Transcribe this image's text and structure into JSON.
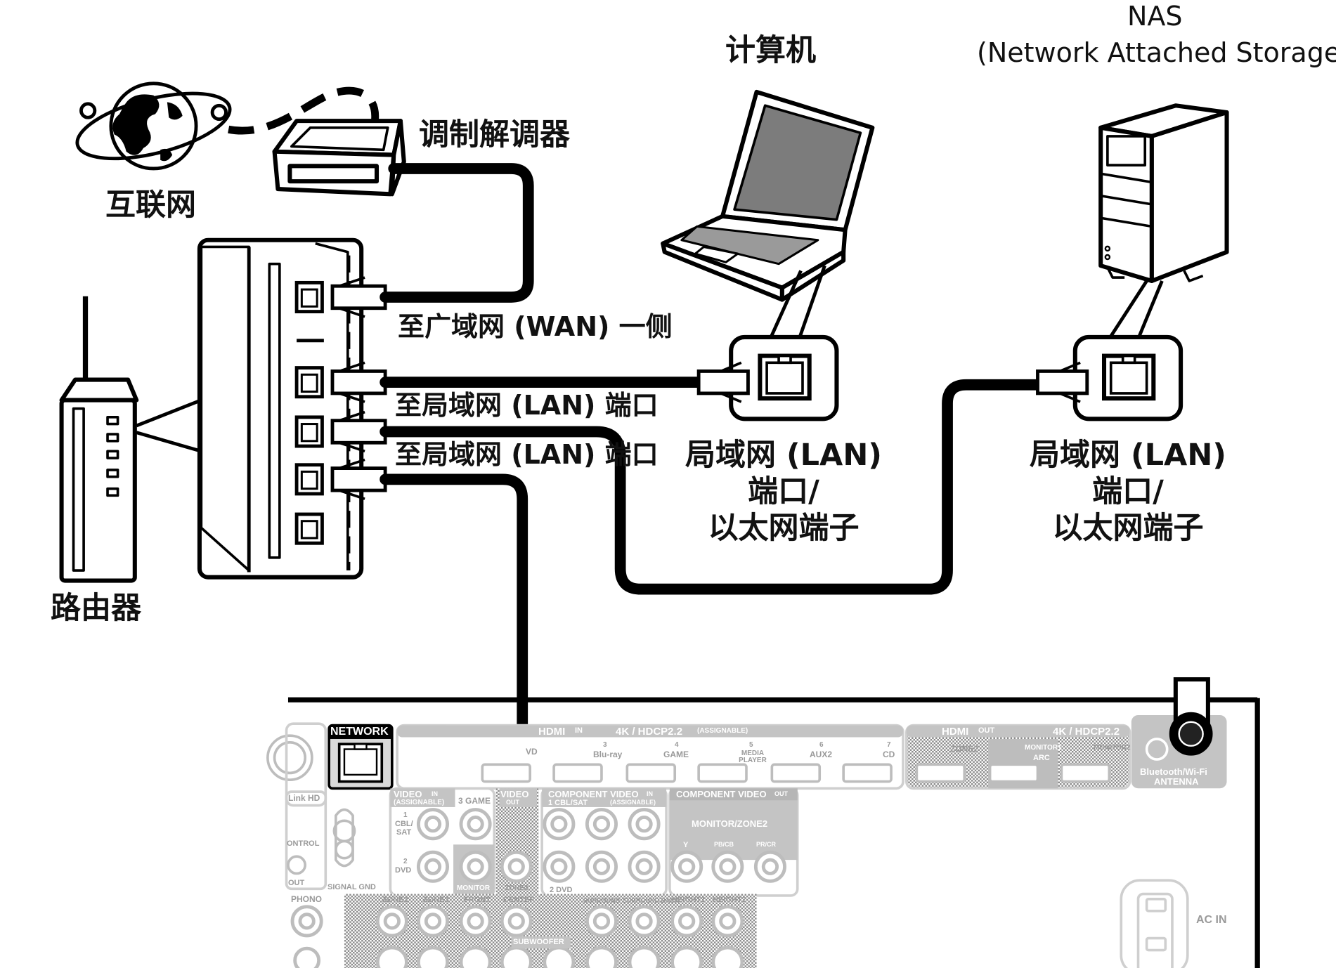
{
  "labels": {
    "internet": "互联网",
    "modem": "调制解调器",
    "router": "路由器",
    "computer": "计算机",
    "nas_title": "NAS",
    "nas_sub": "(Network Attached Storage)",
    "wan_side": "至广域网 (WAN) 一侧",
    "lan_port_1": "至局域网 (LAN) 端口",
    "lan_port_2": "至局域网 (LAN) 端口",
    "pc_lan_line1": "局域网 (LAN)",
    "pc_lan_line2": "端口/",
    "pc_lan_line3": "以太网端子",
    "nas_lan_line1": "局域网 (LAN)",
    "nas_lan_line2": "端口/",
    "nas_lan_line3": "以太网端子"
  },
  "receiver_panel": {
    "network": "NETWORK",
    "hdmi_in": "HDMI",
    "hdmi_in_badge": "IN",
    "hdmi_in_spec": "4K / HDCP2.2",
    "hdmi_in_assignable": "(ASSIGNABLE)",
    "hdmi_out": "HDMI",
    "hdmi_out_badge": "OUT",
    "hdmi_out_spec": "4K / HDCP2.2",
    "input_3": "3",
    "input_3_name": "Blu-ray",
    "input_4": "4",
    "input_4_name": "GAME",
    "input_5": "5",
    "input_5_name": "MEDIA PLAYER",
    "input_6": "6",
    "input_6_name": "AUX2",
    "input_7": "7",
    "input_7_name": "CD",
    "dvd_partial": "VD",
    "zone2": "ZONE2",
    "monitor1": "MONITOR1",
    "arc": "ARC",
    "monitor2": "MONITOR2",
    "bt_antenna_1": "Bluetooth/Wi-Fi",
    "bt_antenna_2": "ANTENNA",
    "link_hd": "Link HD",
    "video_in": "VIDEO",
    "video_in_badge": "IN",
    "video_assignable": "(ASSIGNABLE)",
    "game_3": "3 GAME",
    "video_out": "VIDEO",
    "video_out_badge": "OUT",
    "comp_video_in": "COMPONENT VIDEO",
    "comp_in_badge": "IN",
    "comp_in_cbl": "1 CBL/SAT",
    "comp_in_assignable": "(ASSIGNABLE)",
    "comp_video_out": "COMPONENT VIDEO",
    "comp_out_badge": "OUT",
    "monitor_zone2": "MONITOR/ZONE2",
    "y": "Y",
    "pb": "PB/CB",
    "pr": "PR/CR",
    "cbl_sat_1": "1",
    "cbl_sat_2": "CBL/",
    "cbl_sat_3": "SAT",
    "dvd_2a": "2",
    "dvd_2b": "DVD",
    "dvd_2_comp": "2 DVD",
    "monitor_small": "MONITOR",
    "zone2_small": "ZONE2",
    "control": "ONTROL",
    "out": "OUT",
    "signal_gnd": "SIGNAL GND",
    "phono": "PHONO",
    "zone2_pre": "ZONE2",
    "zone3_pre": "ZONE3",
    "front": "FRONT",
    "center": "CENTER",
    "surround": "SURROUND",
    "surround_back": "SURROUND BACK",
    "height1": "HEIGHT1",
    "height2": "HEIGHT2",
    "subwoofer": "SUBWOOFER",
    "ac_in": "AC IN"
  }
}
